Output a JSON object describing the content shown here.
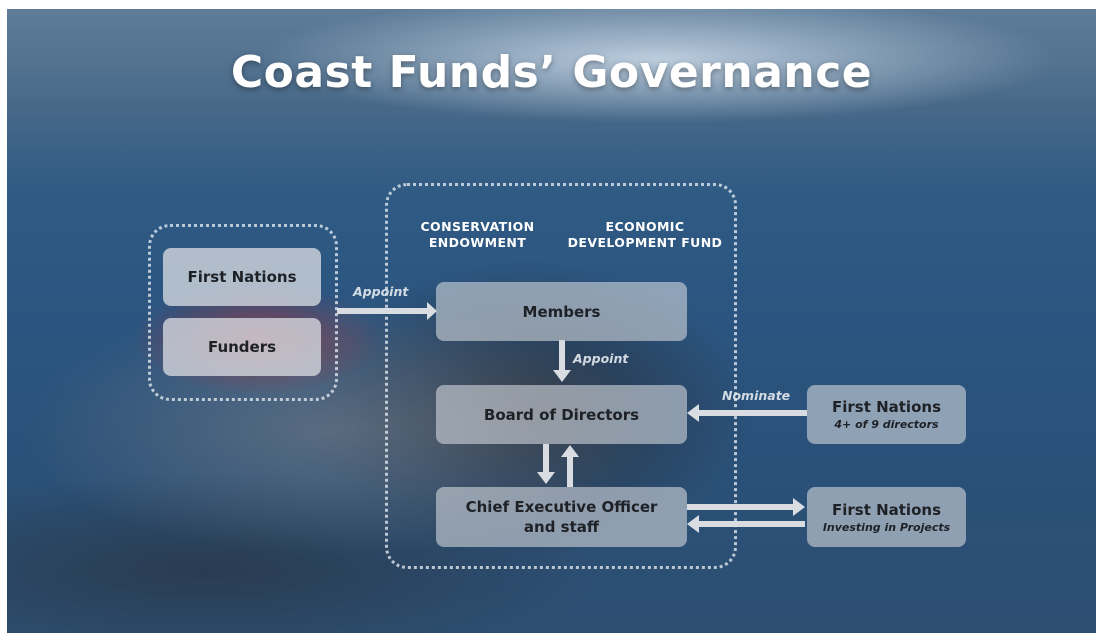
{
  "title": "Coast Funds’ Governance",
  "headers": {
    "conservation": [
      "CONSERVATION",
      "ENDOWMENT"
    ],
    "economic": [
      "ECONOMIC",
      "DEVELOPMENT FUND"
    ]
  },
  "nodes": {
    "first_nations_left": {
      "label": "First Nations"
    },
    "funders": {
      "label": "Funders"
    },
    "members": {
      "label": "Members"
    },
    "board": {
      "label": "Board of Directors"
    },
    "ceo": {
      "label_line1": "Chief Executive Officer",
      "label_line2": "and staff"
    },
    "first_nations_directors": {
      "label": "First Nations",
      "sub": "4+ of 9 directors"
    },
    "first_nations_projects": {
      "label": "First Nations",
      "sub": "Investing in Projects"
    }
  },
  "edges": {
    "appoint_members": "Appoint",
    "appoint_board": "Appoint",
    "nominate": "Nominate"
  },
  "colors": {
    "box_fill": "#cdd2d8",
    "arrow": "#d9dde2",
    "text_dark": "#1e2126",
    "text_light": "#ffffff"
  }
}
